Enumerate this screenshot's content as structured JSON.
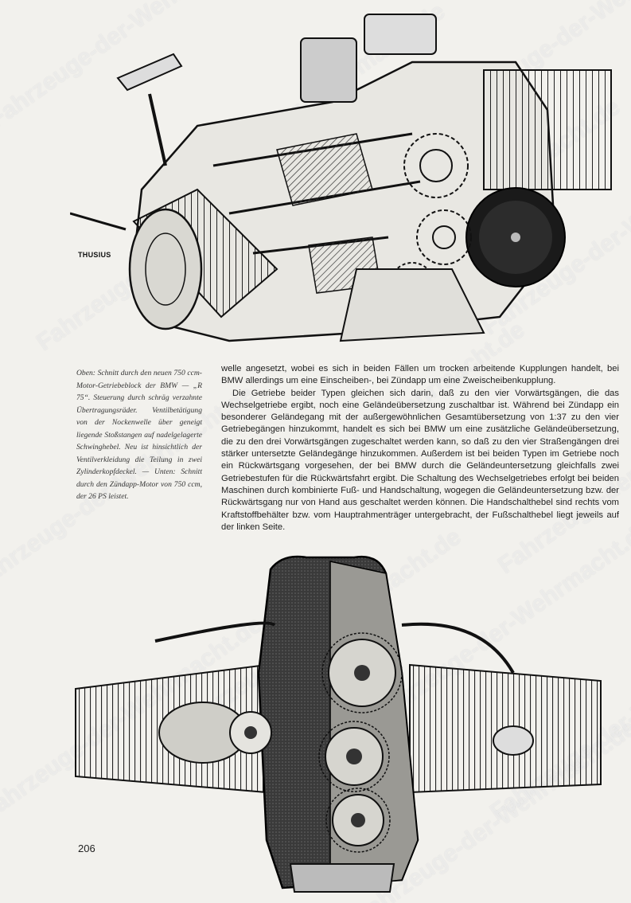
{
  "illustration_credit": "THUSIUS",
  "caption": "Oben: Schnitt durch den neuen 750 ccm-Motor-Getriebeblock der BMW — „R 75“. Steuerung durch schräg verzahnte Übertragungsräder. Ventilbetätigung von der Nockenwelle über geneigt liegende Stoßstangen auf nadelgelagerte Schwinghebel. Neu ist hinsichtlich der Ventilverkleidung die Teilung in zwei Zylinderkopfdeckel. — Unten: Schnitt durch den Zündapp-Motor von 750 ccm, der 26 PS leistet.",
  "body": {
    "p1": "welle angesetzt, wobei es sich in beiden Fällen um trocken arbeitende Kupplungen handelt, bei BMW allerdings um eine Einscheiben-, bei Zündapp um eine Zweischeibenkupplung.",
    "p2": "Die Getriebe beider Typen gleichen sich darin, daß zu den vier Vorwärtsgängen, die das Wechselgetriebe ergibt, noch eine Geländeübersetzung zuschaltbar ist. Während bei Zündapp ein besonderer Geländegang mit der außergewöhnlichen Gesamtübersetzung von 1:37 zu den vier Getriebegängen hinzukommt, handelt es sich bei BMW um eine zusätzliche Geländeübersetzung, die zu den drei Vorwärtsgängen zugeschaltet werden kann, so daß zu den vier Straßengängen drei stärker untersetzte Geländegänge hinzukommen. Außerdem ist bei beiden Typen im Getriebe noch ein Rückwärtsgang vorgesehen, der bei BMW durch die Geländeuntersetzung gleichfalls zwei Getriebestufen für die Rückwärtsfahrt ergibt. Die Schaltung des Wechselgetriebes erfolgt bei beiden Maschinen durch kombinierte Fuß- und Handschaltung, wogegen die Geländeuntersetzung bzw. der Rückwärtsgang nur von Hand aus geschaltet werden können. Die Handschalthebel sind rechts vom Kraftstoffbehälter bzw. vom Hauptrahmenträger untergebracht, der Fußschalthebel liegt jeweils auf der linken Seite."
  },
  "page_number": "206",
  "watermark": "Fahrzeuge-der-Wehrmacht.de"
}
